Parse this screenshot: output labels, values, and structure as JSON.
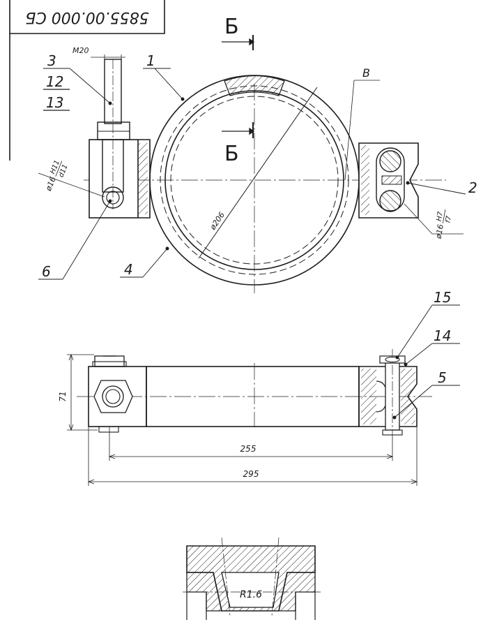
{
  "title_block": {
    "designation": "5855.00.000 СБ"
  },
  "section": {
    "letter": "Б"
  },
  "callouts": [
    "1",
    "2",
    "3",
    "4",
    "5",
    "6",
    "12",
    "13",
    "14",
    "15"
  ],
  "view_mark": "В",
  "dimensions": {
    "bolt_thread": "M20",
    "ring_diameter": "ø206",
    "fit_left": {
      "size": "ø16",
      "upper": "H11",
      "lower": "d11"
    },
    "fit_right": {
      "size": "ø16",
      "upper": "H7",
      "lower": "f7"
    },
    "height": "71",
    "pin_spacing": "255",
    "overall_length": "295",
    "groove_radius": "R1.6"
  },
  "colors": {
    "ink": "#1c1c1c",
    "paper": "#ffffff"
  }
}
